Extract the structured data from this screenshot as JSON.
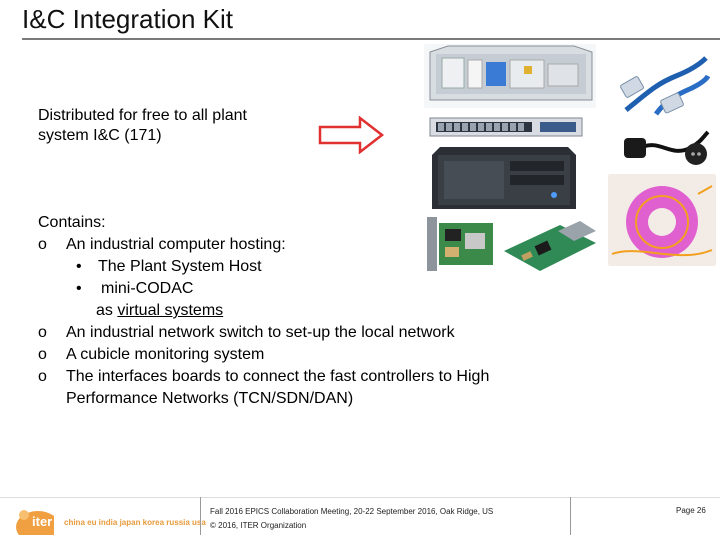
{
  "slide": {
    "title": "I&C Integration Kit",
    "intro": "Distributed for free to all plant system I&C (171)"
  },
  "contains": {
    "heading": "Contains:",
    "bullet_marker": "o",
    "sub_marker": "•",
    "item1": "An industrial computer hosting:",
    "sub1": "The Plant System Host",
    "sub2": "mini-CODAC",
    "sub_suffix_prefix": "as ",
    "sub_suffix_link": "virtual systems",
    "item2": "An industrial network switch to set-up the local network",
    "item3": "A cubicle monitoring system",
    "item4_a": "The interfaces boards to connect the fast controllers to High",
    "item4_b": "Performance Networks (TCN/SDN/DAN)"
  },
  "images": [
    {
      "name": "cubicle-rack-photo",
      "icon": "rack-icon"
    },
    {
      "name": "ethernet-cable-photo",
      "icon": "cable-icon"
    },
    {
      "name": "network-switch-photo",
      "icon": "switch-icon"
    },
    {
      "name": "power-cable-photo",
      "icon": "plug-icon"
    },
    {
      "name": "industrial-computer-photo",
      "icon": "computer-icon"
    },
    {
      "name": "fiber-spool-photo",
      "icon": "fiber-icon"
    },
    {
      "name": "interface-board-photo",
      "icon": "board-icon"
    },
    {
      "name": "network-card-photo",
      "icon": "card-icon"
    }
  ],
  "footer": {
    "meeting": "Fall 2016 EPICS Collaboration Meeting, 20-22 September 2016, Oak Ridge, US",
    "copyright": "© 2016, ITER Organization",
    "page": "Page 26",
    "logo": "iter",
    "tagline": "china eu india japan korea russia usa"
  },
  "colors": {
    "arrow": "#e03030",
    "logo_orange": "#f0a040",
    "rule": "#7a7a7a"
  }
}
